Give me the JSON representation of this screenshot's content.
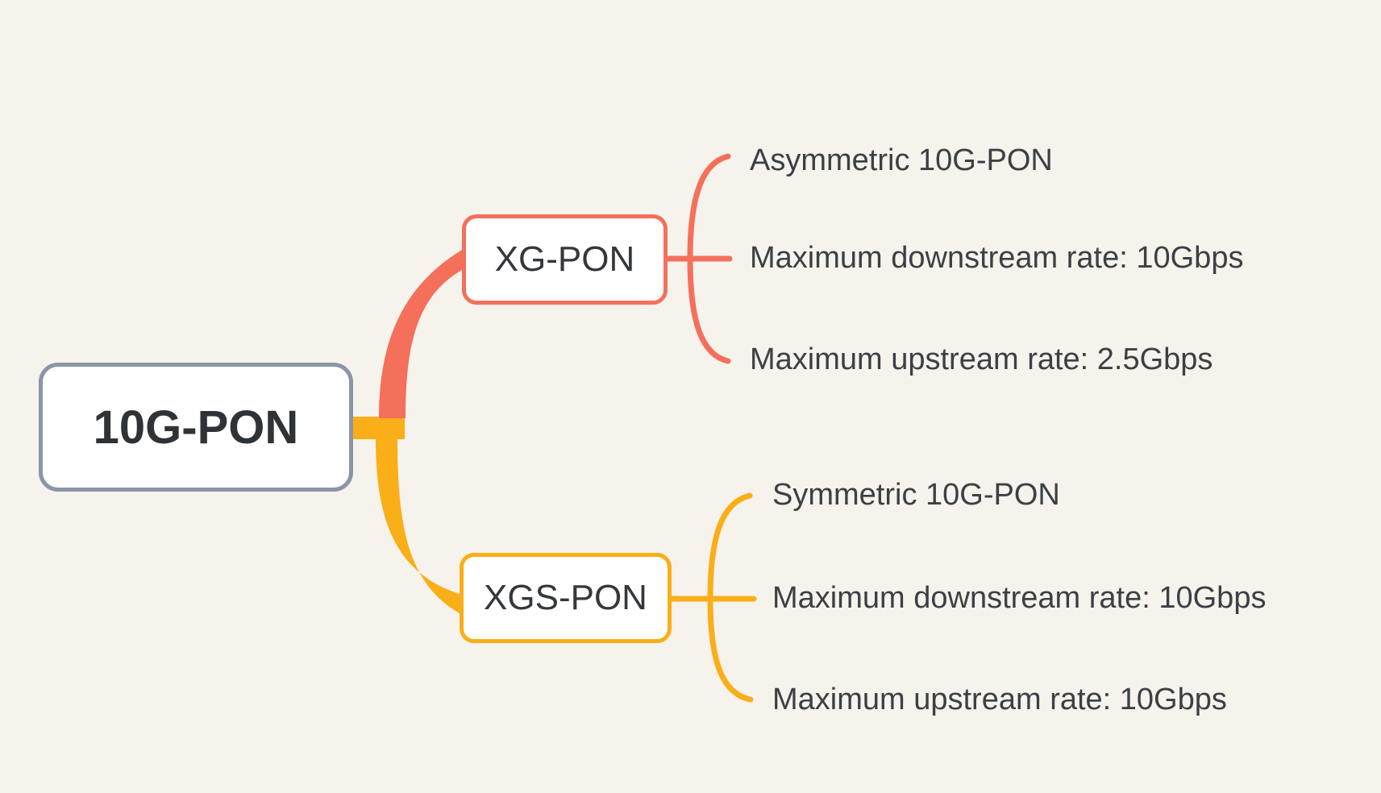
{
  "colors": {
    "background": "#F6F3EC",
    "node_bg": "#FFFFFF",
    "root_border": "#8A95A8",
    "root_text": "#2F3337",
    "node_text": "#34383C",
    "leaf_text": "#3C4045",
    "branch_red": "#F4705B",
    "branch_yellow": "#FAAE17"
  },
  "mindmap": {
    "root": {
      "label": "10G-PON"
    },
    "branches": [
      {
        "label": "XG-PON",
        "color": "#F4705B",
        "children": [
          "Asymmetric 10G-PON",
          "Maximum downstream rate: 10Gbps",
          "Maximum upstream rate: 2.5Gbps"
        ]
      },
      {
        "label": "XGS-PON",
        "color": "#FAAE17",
        "children": [
          "Symmetric 10G-PON",
          "Maximum downstream rate: 10Gbps",
          "Maximum upstream rate: 10Gbps"
        ]
      }
    ]
  }
}
